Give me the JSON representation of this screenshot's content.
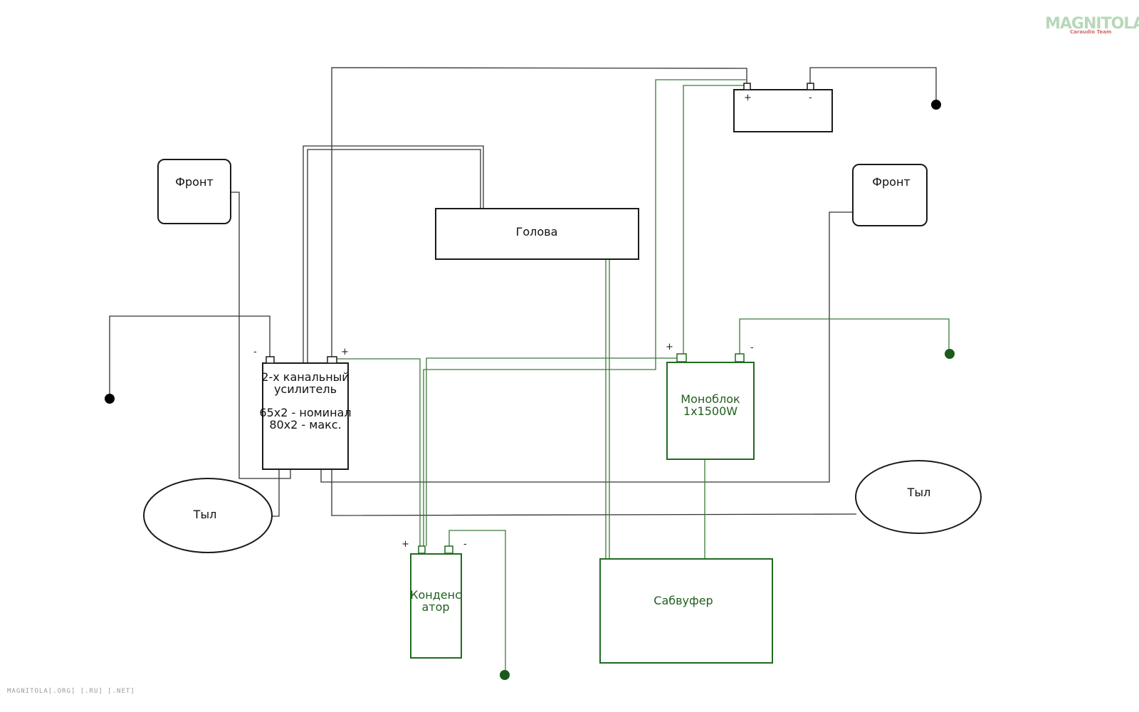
{
  "watermark": {
    "logo_text": "MAGNITOLA",
    "logo_sub": "Caraudio Team",
    "footer": "MAGNITOLA[.ORG] [.RU] [.NET]"
  },
  "components": {
    "front_left": "Фронт",
    "front_right": "Фронт",
    "head_unit": "Голова",
    "amp_line1": "2-х канальный",
    "amp_line2": "усилитель",
    "amp_line3": "65x2 - номинал",
    "amp_line4": "80x2 - макс.",
    "mono_line1": "Моноблок",
    "mono_line2": "1x1500W",
    "rear_left": "Тыл",
    "rear_right": "Тыл",
    "cap_line1": "Конденс",
    "cap_line2": "атор",
    "subwoofer": "Сабвуфер"
  },
  "terminals": {
    "plus": "+",
    "minus": "-"
  },
  "colors": {
    "black_wire": "#333333",
    "green_wire": "#3a7a3a",
    "green_box": "#1f6b1f"
  }
}
